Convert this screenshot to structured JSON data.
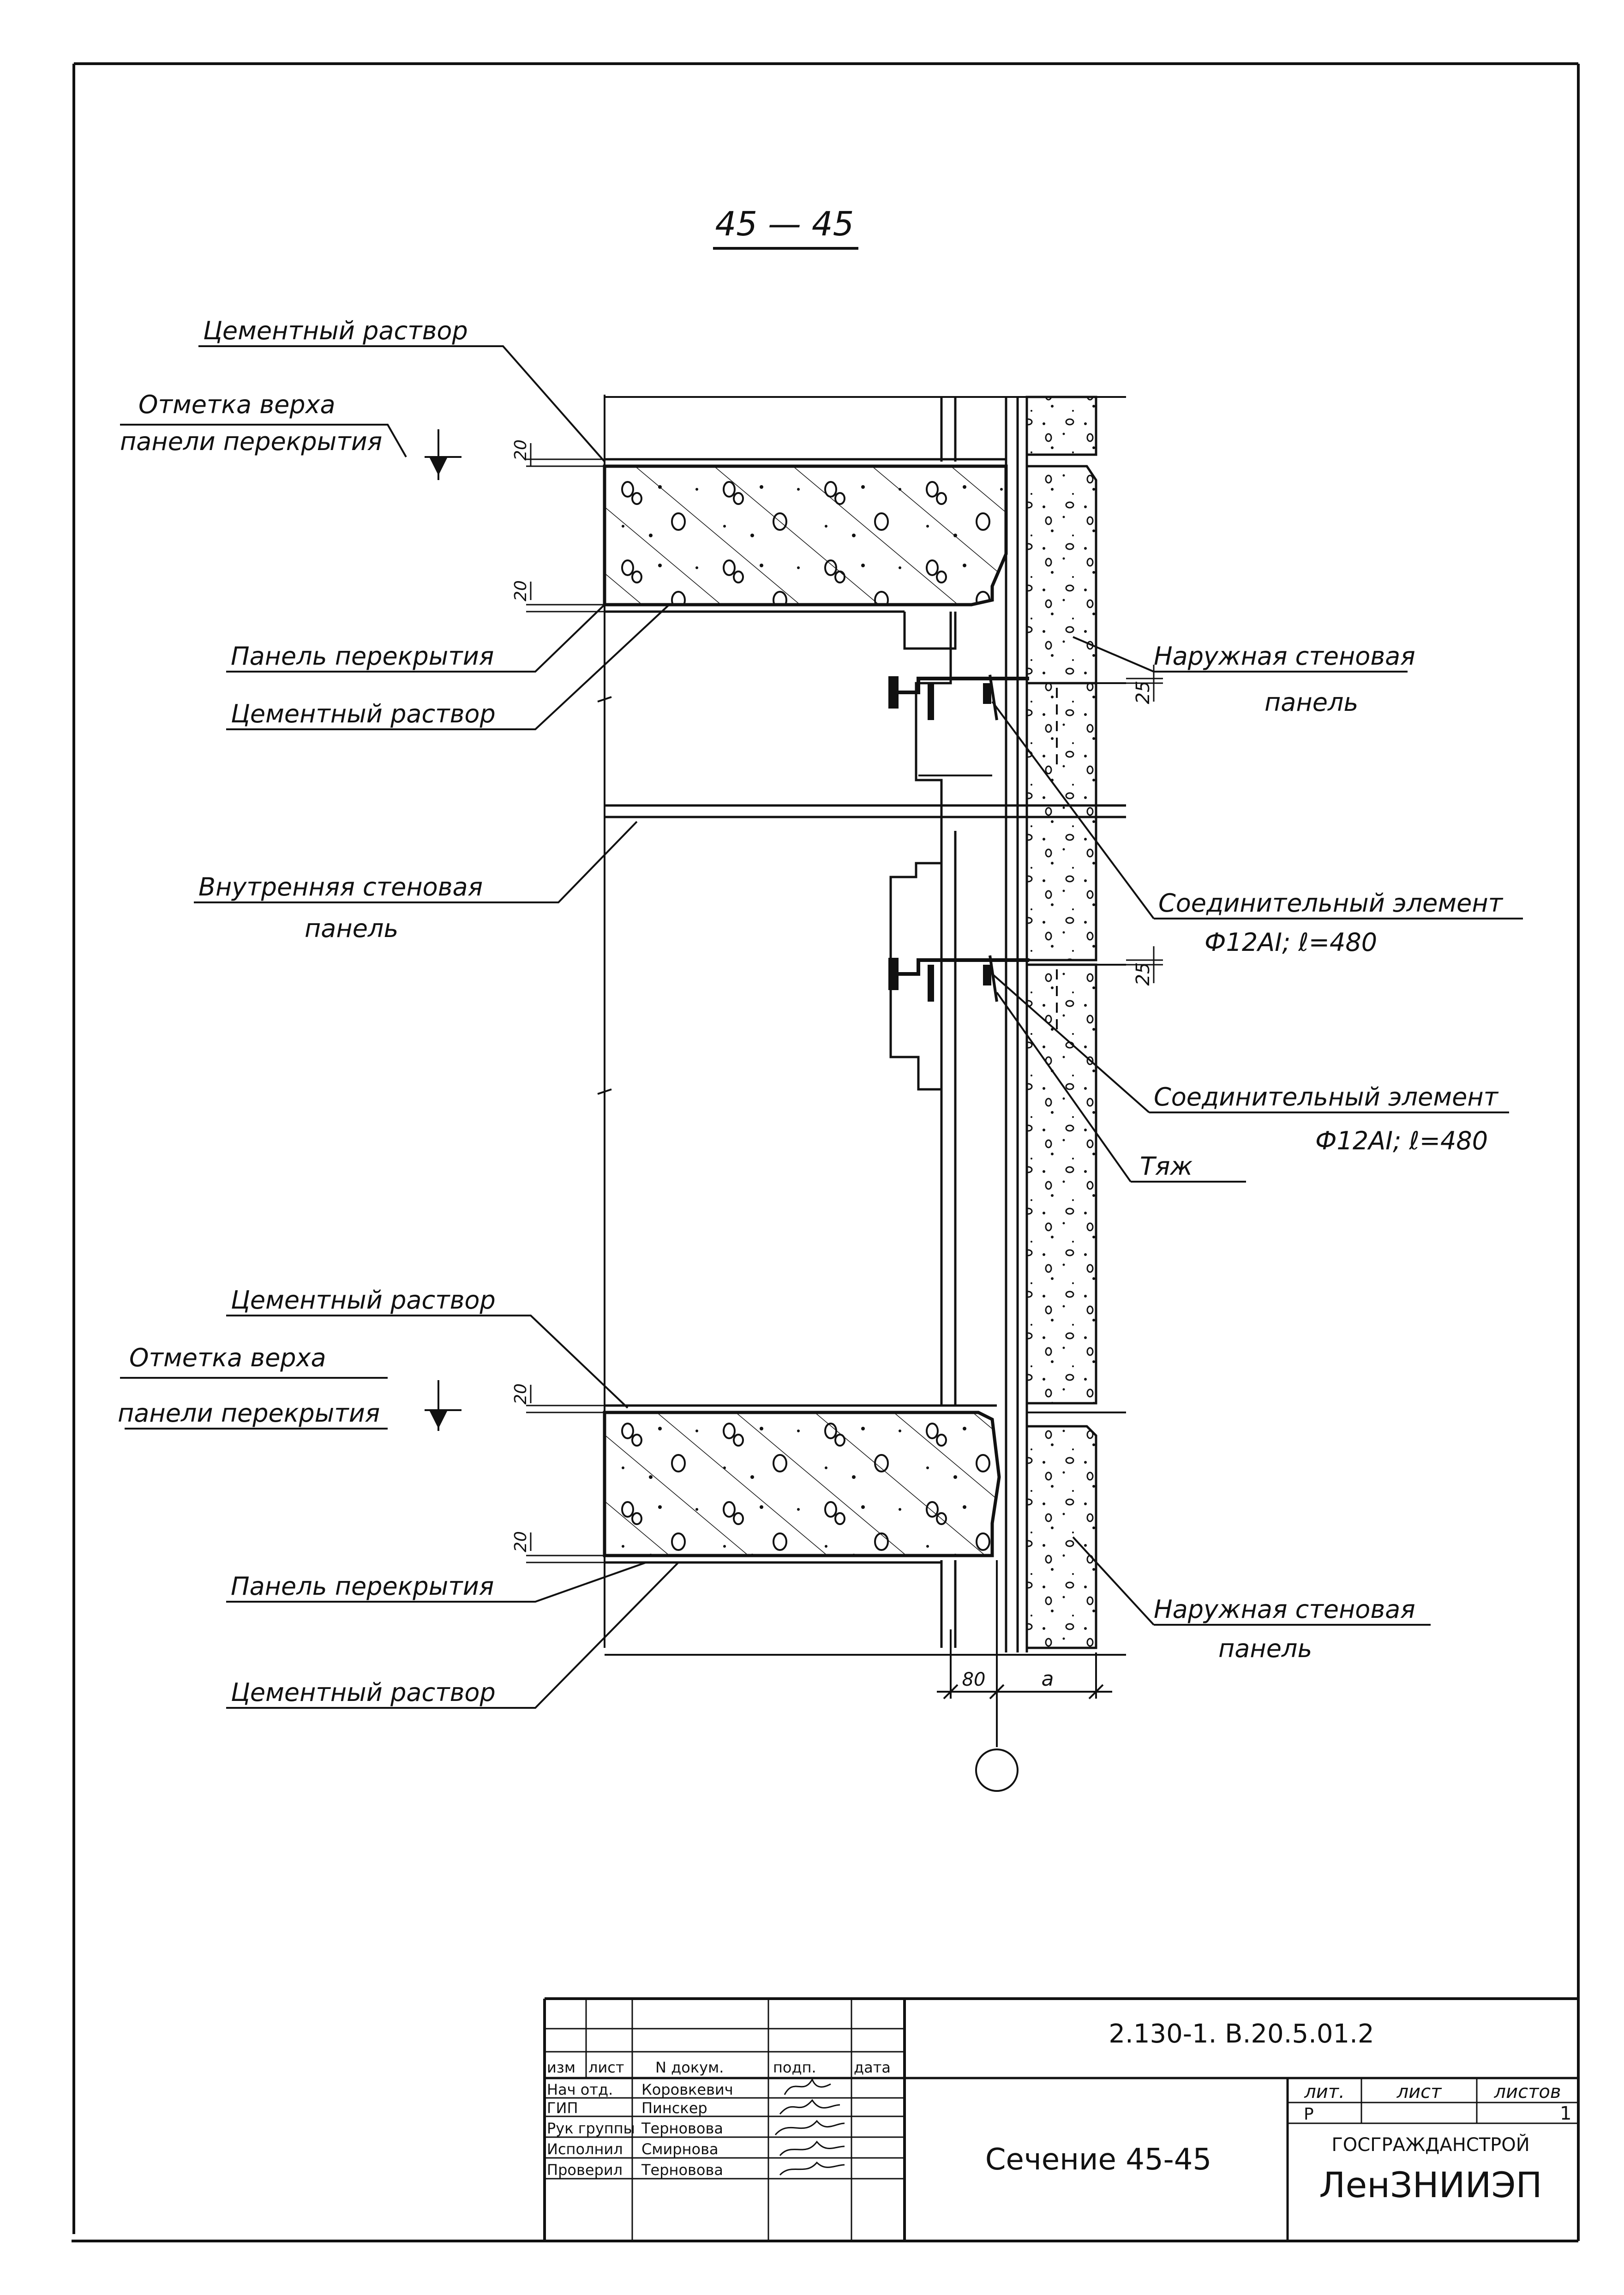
{
  "section_title": "45 — 45",
  "labels": {
    "top_mortar": "Цементный раствор",
    "top_mark_line1": "Отметка  верха",
    "top_mark_line2": "панели  перекрытия",
    "floor_panel_1": "Панель  перекрытия",
    "mortar_1": "Цементный  раствор",
    "inner_wall_line1": "Внутренняя  стеновая",
    "inner_wall_line2": "панель",
    "mid_mortar": "Цементный  раствор",
    "bot_mark_line1": "Отметка  верха",
    "bot_mark_line2": "панели перекрытия",
    "floor_panel_2": "Панель  перекрытия",
    "mortar_2": "Цементный  раствор",
    "outer_wall_1_line1": "Наружная  стеновая",
    "outer_wall_1_line2": "панель",
    "connector_1_line1": "Соединительный  элемент",
    "connector_1_line2": "Ф12АI; ℓ=480",
    "connector_2_line1": "Соединительный  элемент",
    "connector_2_line2": "Ф12АI; ℓ=480",
    "tie": "Тяж",
    "outer_wall_2_line1": "Наружная  стеновая",
    "outer_wall_2_line2": "панель"
  },
  "dimensions": {
    "d20": "20",
    "d25": "25",
    "d80": "80",
    "da": "a"
  },
  "title_block": {
    "headers": {
      "izm": "изм",
      "list": "лист",
      "doc": "N докум.",
      "sign": "подп.",
      "date": "дата"
    },
    "rows": [
      {
        "role": "Нач отд.",
        "name": "Коровкевич"
      },
      {
        "role": "ГИП",
        "name": "Пинскер"
      },
      {
        "role": "Рук группы",
        "name": "Терновова"
      },
      {
        "role": "Исполнил",
        "name": "Смирнова"
      },
      {
        "role": "Проверил",
        "name": "Терновова"
      }
    ],
    "code": "2.130-1. В.20.5.01.2",
    "sheet_title": "Сечение  45-45",
    "col_lit": "лит.",
    "col_list": "лист",
    "col_listov": "листов",
    "val_lit": "Р",
    "val_list": "",
    "val_listov": "1",
    "org_top": "ГОСГРАЖДАНСТРОЙ",
    "org_bottom": "ЛенЗНИИЭП"
  }
}
